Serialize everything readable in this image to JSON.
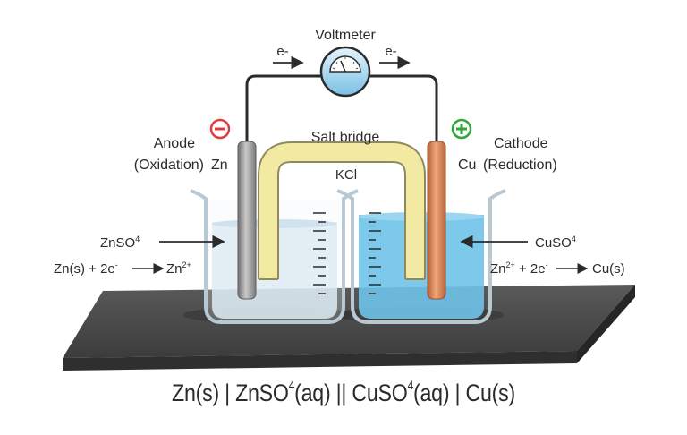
{
  "labels": {
    "voltmeter": "Voltmeter",
    "electron_left": "e-",
    "electron_right": "e-",
    "salt_bridge": "Salt bridge",
    "kcl": "KCl",
    "anode": "Anode",
    "anode_sub": "(Oxidation)",
    "anode_metal": "Zn",
    "anode_sign": "−",
    "cathode": "Cathode",
    "cathode_metal": "Cu",
    "cathode_sub": "(Reduction)",
    "cathode_sign": "+",
    "left_solution": "ZnSO",
    "left_solution_sub": "4",
    "left_reaction": "Zn(s) + 2e",
    "left_reaction_sup": "-",
    "left_product": "Zn",
    "left_product_sup": "2+",
    "right_solution": "CuSO",
    "right_solution_sub": "4",
    "right_reaction_a": "Zn",
    "right_reaction_a_sup": "2+",
    "right_reaction_b": " + 2e",
    "right_reaction_b_sup": "-",
    "right_product": "Cu(s)"
  },
  "cell_notation": {
    "p1": "Zn(s) | ZnSO",
    "p1_sup": "4",
    "p2": "(aq) || CuSO",
    "p2_sup": "4",
    "p3": "(aq) | Cu(s)"
  },
  "colors": {
    "wire": "#2b2b2b",
    "zinc": "#8c8c8c",
    "copper": "#d07a4d",
    "salt_bridge": "#f2e9a3",
    "zn_solution": "#dbeaf3",
    "cu_solution": "#6fc3ea",
    "platform": "#4a4a4a",
    "anode_sign": "#e23b3b",
    "cathode_sign": "#2fa63a"
  }
}
